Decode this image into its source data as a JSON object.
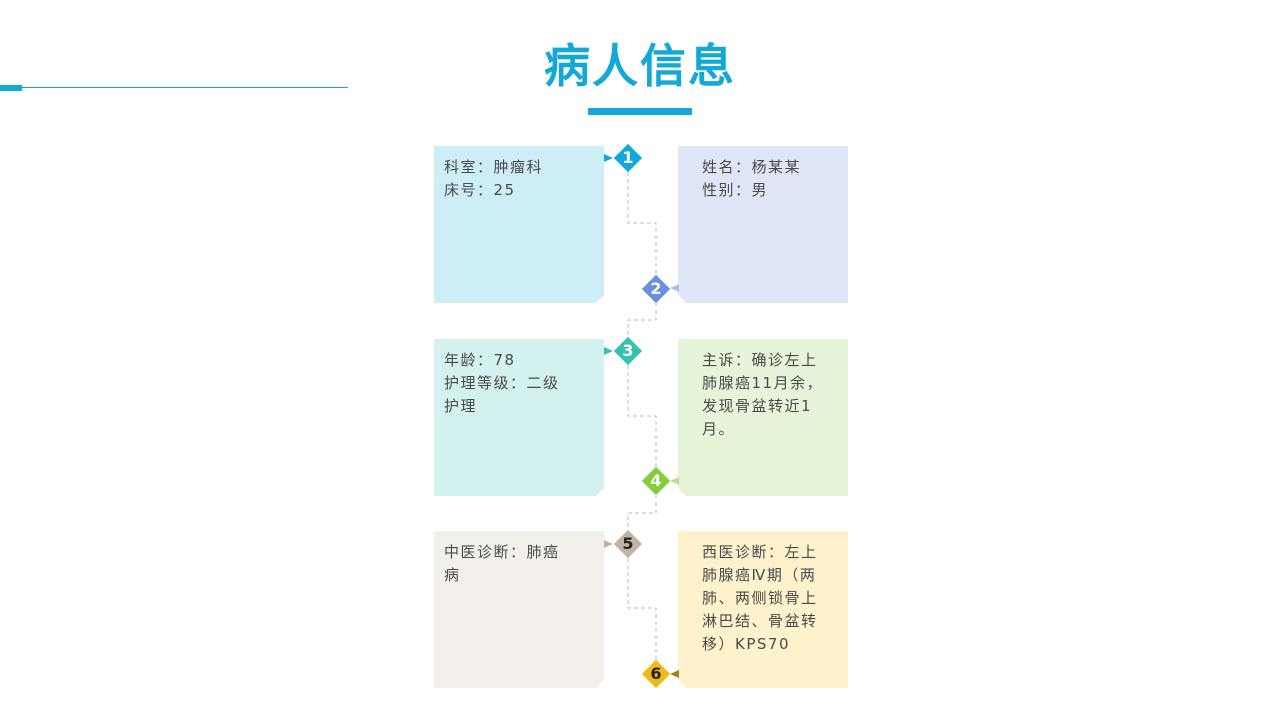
{
  "page": {
    "title": "病人信息"
  },
  "colors": {
    "accent": "#12a8d8"
  },
  "cards": [
    {
      "id": 1,
      "text": "科室：肿瘤科\n床号：25",
      "badge": "1",
      "bg": "#cdeef7",
      "badge_color": "#12a8d8"
    },
    {
      "id": 2,
      "text": "姓名：杨某某\n性别：男",
      "badge": "2",
      "bg": "#dfe6f7",
      "badge_color": "#6b8fde"
    },
    {
      "id": 3,
      "text": "年龄：78\n护理等级：二级\n护理",
      "badge": "3",
      "bg": "#d2f1ef",
      "badge_color": "#34c3b0"
    },
    {
      "id": 4,
      "text": "主诉：确诊左上\n肺腺癌11月余，\n发现骨盆转近1\n月。",
      "badge": "4",
      "bg": "#e6f4d9",
      "badge_color": "#86cd3a"
    },
    {
      "id": 5,
      "text": "中医诊断：肺癌\n病",
      "badge": "5",
      "bg": "#f3f0eb",
      "badge_color": "#c2b4a2"
    },
    {
      "id": 6,
      "text": "西医诊断：左上\n肺腺癌Ⅳ期（两\n肺、两侧锁骨上\n淋巴结、骨盆转\n移）KPS70",
      "badge": "6",
      "bg": "#fdf2cc",
      "badge_color": "#f2b813"
    }
  ]
}
